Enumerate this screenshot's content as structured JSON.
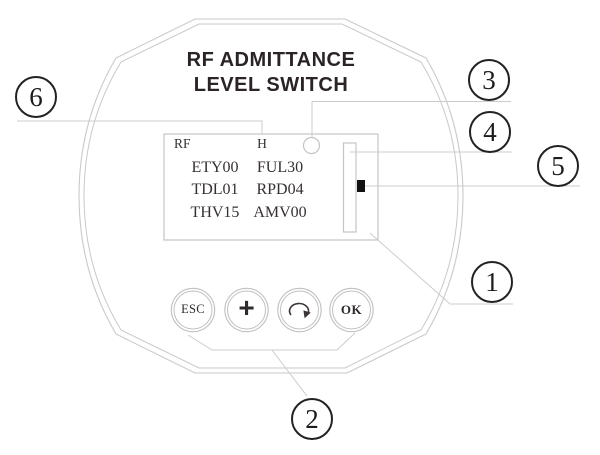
{
  "device": {
    "title_line1": "RF ADMITTANCE",
    "title_line2": "LEVEL SWITCH",
    "display": {
      "header_left": "RF",
      "header_right": "H",
      "rows": [
        [
          "ETY00",
          "FUL30"
        ],
        [
          "TDL01",
          "RPD04"
        ],
        [
          "THV15",
          "AMV00"
        ]
      ]
    },
    "buttons": [
      {
        "label": "ESC"
      },
      {
        "label": "+"
      },
      {
        "label": "rotate"
      },
      {
        "label": "OK"
      }
    ]
  },
  "callouts": [
    "1",
    "2",
    "3",
    "4",
    "5",
    "6"
  ],
  "icons": {
    "rotate_button": "clockwise-rotate-arrow",
    "status_indicator": "small-open-circle",
    "scroll_mark": "black-position-block"
  },
  "colors": {
    "line_gray": "#c9c9c9",
    "callout_black": "#1c1c1c",
    "text_dark": "#2a2426",
    "mark_black": "#111111"
  }
}
